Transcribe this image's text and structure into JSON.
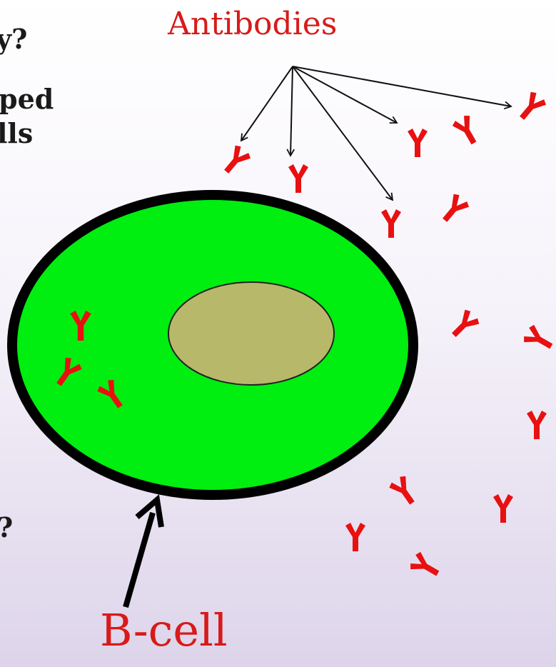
{
  "labels": {
    "antibodies": "Antibodies",
    "b_cell": "B-cell"
  },
  "cut_off_text": {
    "line1": "y?",
    "line2": "ped",
    "line3": "lls",
    "line4": "?"
  },
  "colors": {
    "background_top": "#ffffff",
    "background_bottom": "#ddd4ea",
    "cell_body": "#00ee10",
    "cell_membrane": "#000000",
    "nucleus": "#b8b86a",
    "antibody": "#e81010",
    "label_text": "#d81a1a"
  },
  "icons": {
    "antibody": "antibody-y-icon"
  }
}
